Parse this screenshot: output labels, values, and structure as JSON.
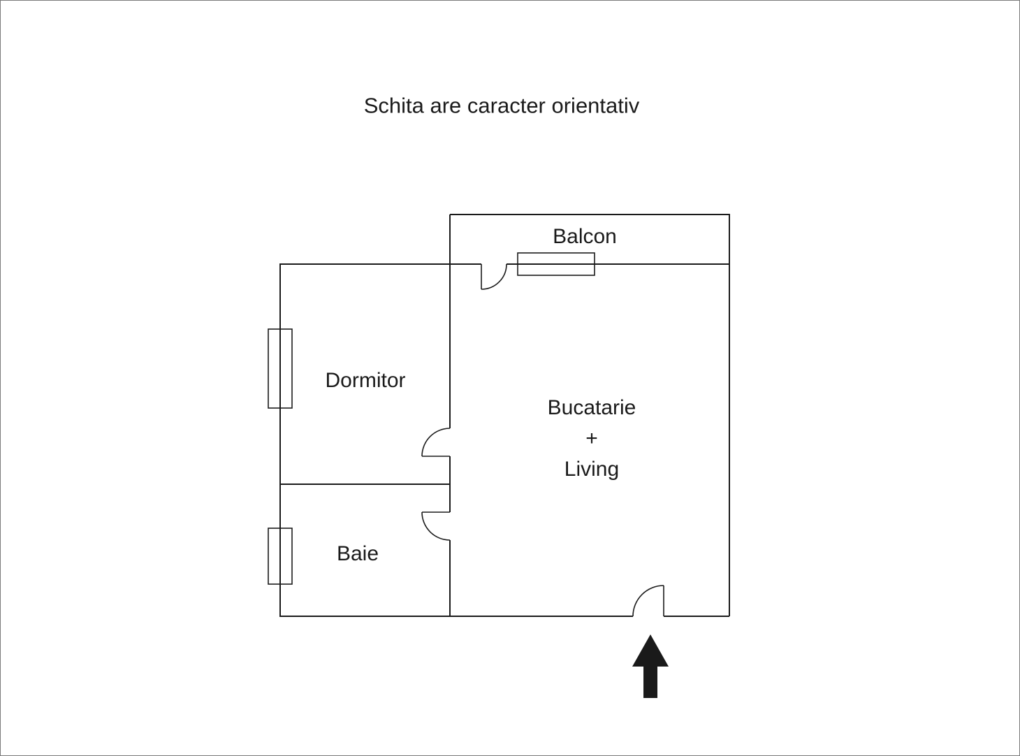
{
  "page": {
    "title": "Schita are caracter orientativ"
  },
  "rooms": {
    "balcon": {
      "label": "Balcon"
    },
    "dormitor": {
      "label": "Dormitor"
    },
    "bucatarie_living": {
      "lines": [
        "Bucatarie",
        "+",
        "Living"
      ]
    },
    "baie": {
      "label": "Baie"
    }
  },
  "symbols": {
    "entrance_arrow": "up-arrow-icon"
  },
  "colors": {
    "wall": "#1a1a1a",
    "background": "#ffffff",
    "page_border": "#7a7a7a",
    "arrow": "#1a1a1a"
  }
}
